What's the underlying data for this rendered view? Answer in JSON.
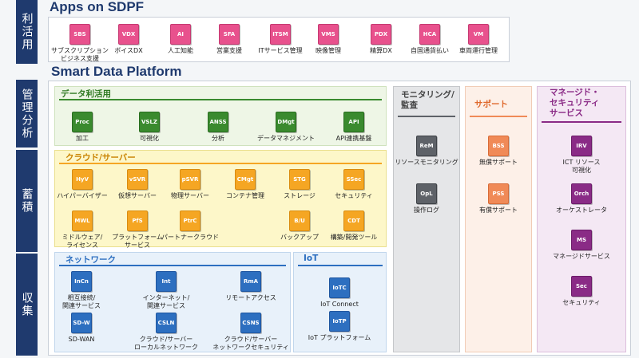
{
  "side_labels": [
    "利活用",
    "管理分析",
    "蓄積",
    "収集"
  ],
  "apps_title": "Apps on SDPF",
  "platform_title": "Smart Data Platform",
  "apps": [
    {
      "code": "SBS",
      "label": "サブスクリプション\nビジネス支援"
    },
    {
      "code": "VDX",
      "label": "ボイスDX"
    },
    {
      "code": "AI",
      "label": "人工知能"
    },
    {
      "code": "SFA",
      "label": "営業支援"
    },
    {
      "code": "ITSM",
      "label": "ITサービス管理"
    },
    {
      "code": "VMS",
      "label": "映像管理"
    },
    {
      "code": "PDX",
      "label": "精算DX"
    },
    {
      "code": "HCA",
      "label": "自国通貨払い"
    },
    {
      "code": "VM",
      "label": "車両運行管理"
    }
  ],
  "data_section": {
    "title": "データ利活用",
    "items": [
      {
        "code": "Proc",
        "label": "加工"
      },
      {
        "code": "VSLZ",
        "label": "可視化"
      },
      {
        "code": "ANSS",
        "label": "分析"
      },
      {
        "code": "DMgt",
        "label": "データマネジメント"
      },
      {
        "code": "API",
        "label": "API連携基盤"
      }
    ]
  },
  "cloud_section": {
    "title": "クラウド/サーバー",
    "items": [
      {
        "code": "HyV",
        "label": "ハイパーバイザー"
      },
      {
        "code": "vSVR",
        "label": "仮想サーバー"
      },
      {
        "code": "pSVR",
        "label": "物理サーバー"
      },
      {
        "code": "CMgt",
        "label": "コンテナ管理"
      },
      {
        "code": "STG",
        "label": "ストレージ"
      },
      {
        "code": "SSec",
        "label": "セキュリティ"
      },
      {
        "code": "MWL",
        "label": "ミドルウェア/\nライセンス"
      },
      {
        "code": "PfS",
        "label": "プラットフォーム\nサービス"
      },
      {
        "code": "PtrC",
        "label": "パートナークラウド"
      },
      {
        "code": "B/U",
        "label": "バックアップ"
      },
      {
        "code": "CDT",
        "label": "構築/開発ツール"
      }
    ]
  },
  "network_section": {
    "title": "ネットワーク",
    "items": [
      {
        "code": "InCn",
        "label": "相互接続/\n関連サービス"
      },
      {
        "code": "Int",
        "label": "インターネット/\n関連サービス"
      },
      {
        "code": "RmA",
        "label": "リモートアクセス"
      },
      {
        "code": "SD-W",
        "label": "SD-WAN"
      },
      {
        "code": "CSLN",
        "label": "クラウド/サーバー\nローカルネットワーク"
      },
      {
        "code": "CSNS",
        "label": "クラウド/サーバー\nネットワークセキュリティ"
      }
    ]
  },
  "iot_section": {
    "title": "IoT",
    "items": [
      {
        "code": "IoTC",
        "label": "IoT Connect"
      },
      {
        "code": "IoTP",
        "label": "IoT プラットフォーム"
      }
    ]
  },
  "monitor_section": {
    "title": "モニタリング/\n監査",
    "items": [
      {
        "code": "ReM",
        "label": "リソースモニタリング"
      },
      {
        "code": "OpL",
        "label": "操作ログ"
      }
    ]
  },
  "support_section": {
    "title": "サポート",
    "items": [
      {
        "code": "BSS",
        "label": "無償サポート"
      },
      {
        "code": "PSS",
        "label": "有償サポート"
      }
    ]
  },
  "managed_section": {
    "title": "マネージド・\nセキュリティ\nサービス",
    "items": [
      {
        "code": "IRV",
        "label": "ICT リソース\n可視化"
      },
      {
        "code": "Orch",
        "label": "オーケストレータ"
      },
      {
        "code": "MS",
        "label": "マネージドサービス"
      },
      {
        "code": "Sec",
        "label": "セキュリティ"
      }
    ]
  },
  "colors": {
    "navy": "#1f3a6e",
    "pink": "#e8518d",
    "green": "#3a8a2e",
    "orange": "#f5a623",
    "blue": "#2d6fc0",
    "gray": "#5e6268",
    "support_orange": "#f08a57",
    "purple": "#8a2b86"
  }
}
